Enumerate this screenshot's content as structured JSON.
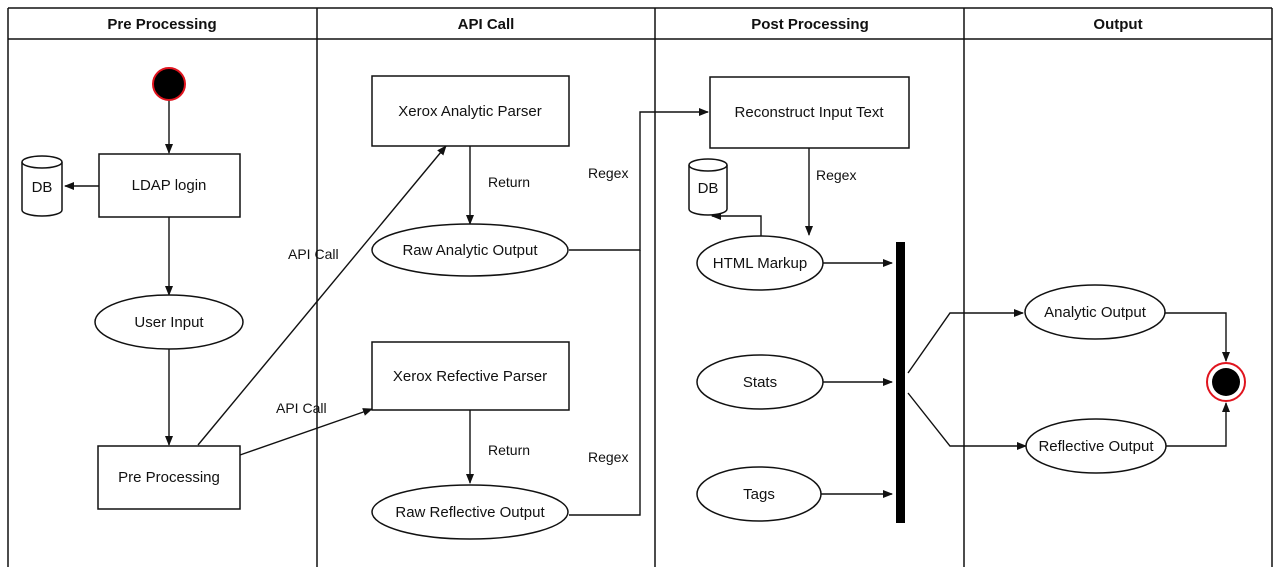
{
  "lanes": {
    "pre_processing": "Pre Processing",
    "api_call": "API Call",
    "post_processing": "Post Processing",
    "output": "Output"
  },
  "nodes": {
    "ldap_login": "LDAP login",
    "db_pre": "DB",
    "user_input": "User Input",
    "pre_processing": "Pre Processing",
    "xerox_analytic_parser": "Xerox Analytic Parser",
    "raw_analytic_output": "Raw Analytic Output",
    "xerox_reflective_parser": "Xerox Refective Parser",
    "raw_reflective_output": "Raw Reflective Output",
    "reconstruct_input_text": "Reconstruct Input Text",
    "db_post": "DB",
    "html_markup": "HTML Markup",
    "stats": "Stats",
    "tags": "Tags",
    "analytic_output": "Analytic Output",
    "reflective_output": "Reflective Output"
  },
  "edge_labels": {
    "api_call_top": "API Call",
    "api_call_bottom": "API Call",
    "return_analytic": "Return",
    "return_reflective": "Return",
    "regex_analytic": "Regex",
    "regex_reflective": "Regex",
    "regex_reconstruct": "Regex"
  },
  "colors": {
    "stroke": "#111111",
    "final_ring": "#e0141e"
  }
}
